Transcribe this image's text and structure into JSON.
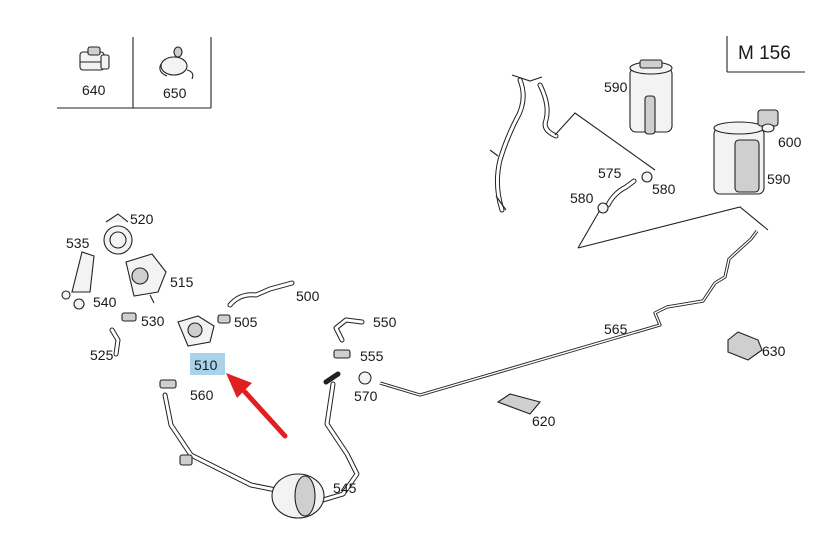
{
  "engine_label": "M 156",
  "highlight_color": "#a9d3ea",
  "arrow_color": "#e02020",
  "inset": {
    "items": [
      {
        "label": "640",
        "icon": "clip-bracket-icon"
      },
      {
        "label": "650",
        "icon": "hose-clamp-icon"
      }
    ]
  },
  "callouts": {
    "p500": "500",
    "p505": "505",
    "p510": "510",
    "p515": "515",
    "p520": "520",
    "p525": "525",
    "p530": "530",
    "p535": "535",
    "p540": "540",
    "p545": "545",
    "p550": "550",
    "p555": "555",
    "p560": "560",
    "p565": "565",
    "p570": "570",
    "p575": "575",
    "p580a": "580",
    "p580b": "580",
    "p590a": "590",
    "p590b": "590",
    "p600": "600",
    "p620": "620",
    "p630": "630"
  }
}
